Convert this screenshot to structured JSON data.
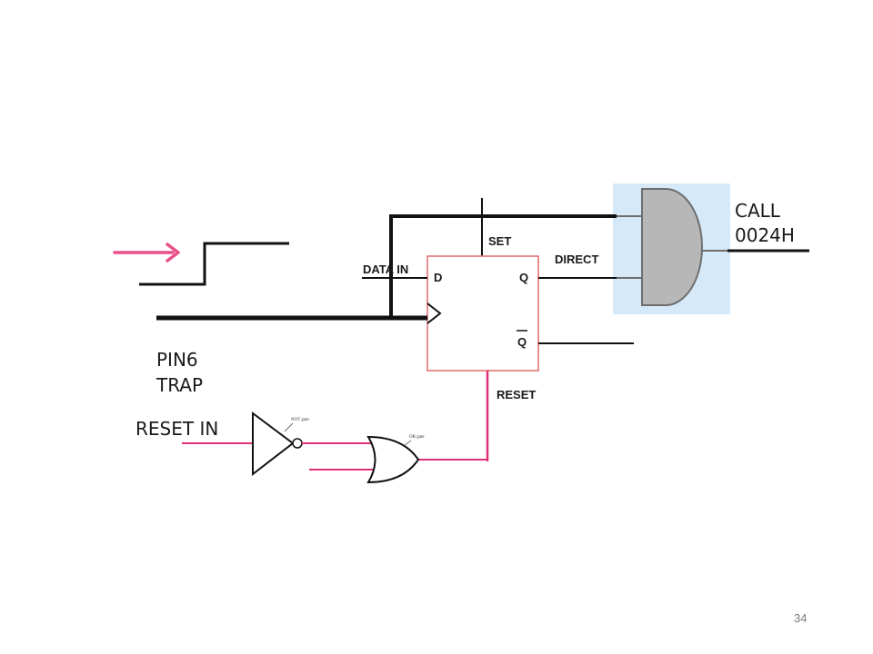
{
  "labels": {
    "set": "SET",
    "data_in": "DATA IN",
    "d": "D",
    "q": "Q",
    "q_bar": "Q",
    "direct": "DIRECT",
    "reset": "RESET",
    "call_line1": "CALL",
    "call_line2": "0024H",
    "pin_line1": "PIN6",
    "pin_line2": "TRAP",
    "reset_in": "RESET IN",
    "not_gate_tag": "NOT gate",
    "or_gate_tag": "OR gate"
  },
  "page_number": "34",
  "colors": {
    "wire": "#111111",
    "pink_wire": "#e0307a",
    "arrow": "#e8508a",
    "flipflop_border": "#e06a6a",
    "and_highlight": "#d6e9f8",
    "and_gate_fill": "#b7b7b7",
    "and_gate_stroke": "#6e6e6e"
  }
}
